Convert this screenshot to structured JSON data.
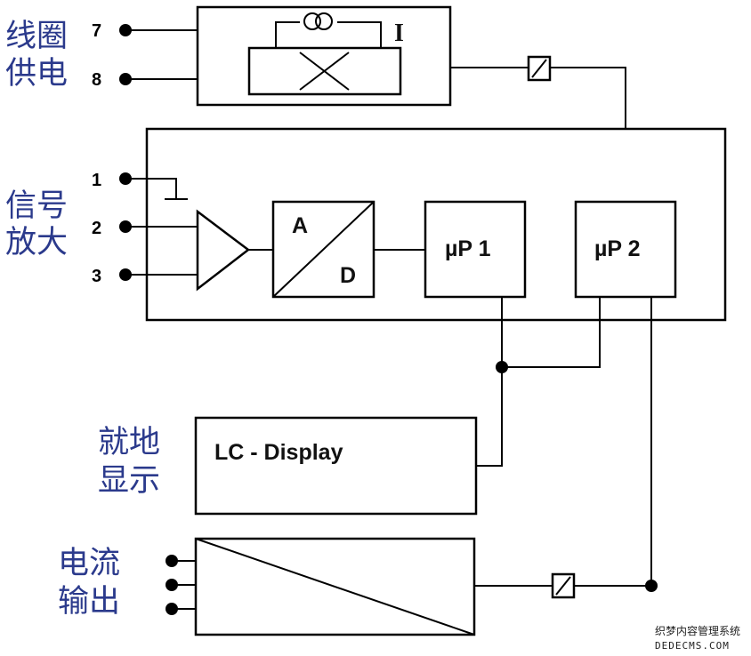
{
  "labels": {
    "coil_supply": [
      "线圈",
      "供电"
    ],
    "signal_amp": [
      "信号",
      "放大"
    ],
    "local_display": [
      "就地",
      "显示"
    ],
    "current_output": [
      "电流",
      "输出"
    ]
  },
  "pins": {
    "p7": "7",
    "p8": "8",
    "p1": "1",
    "p2": "2",
    "p3": "3"
  },
  "blocks": {
    "current_symbol": "I",
    "adc_a": "A",
    "adc_d": "D",
    "up1": "µP 1",
    "up2": "µP 2",
    "lcd": "LC - Display"
  },
  "watermark": {
    "line1": "织梦内容管理系统",
    "line2": "DEDECMS.COM"
  },
  "colors": {
    "label_text": "#2b3a8c",
    "lines": "#000000"
  }
}
